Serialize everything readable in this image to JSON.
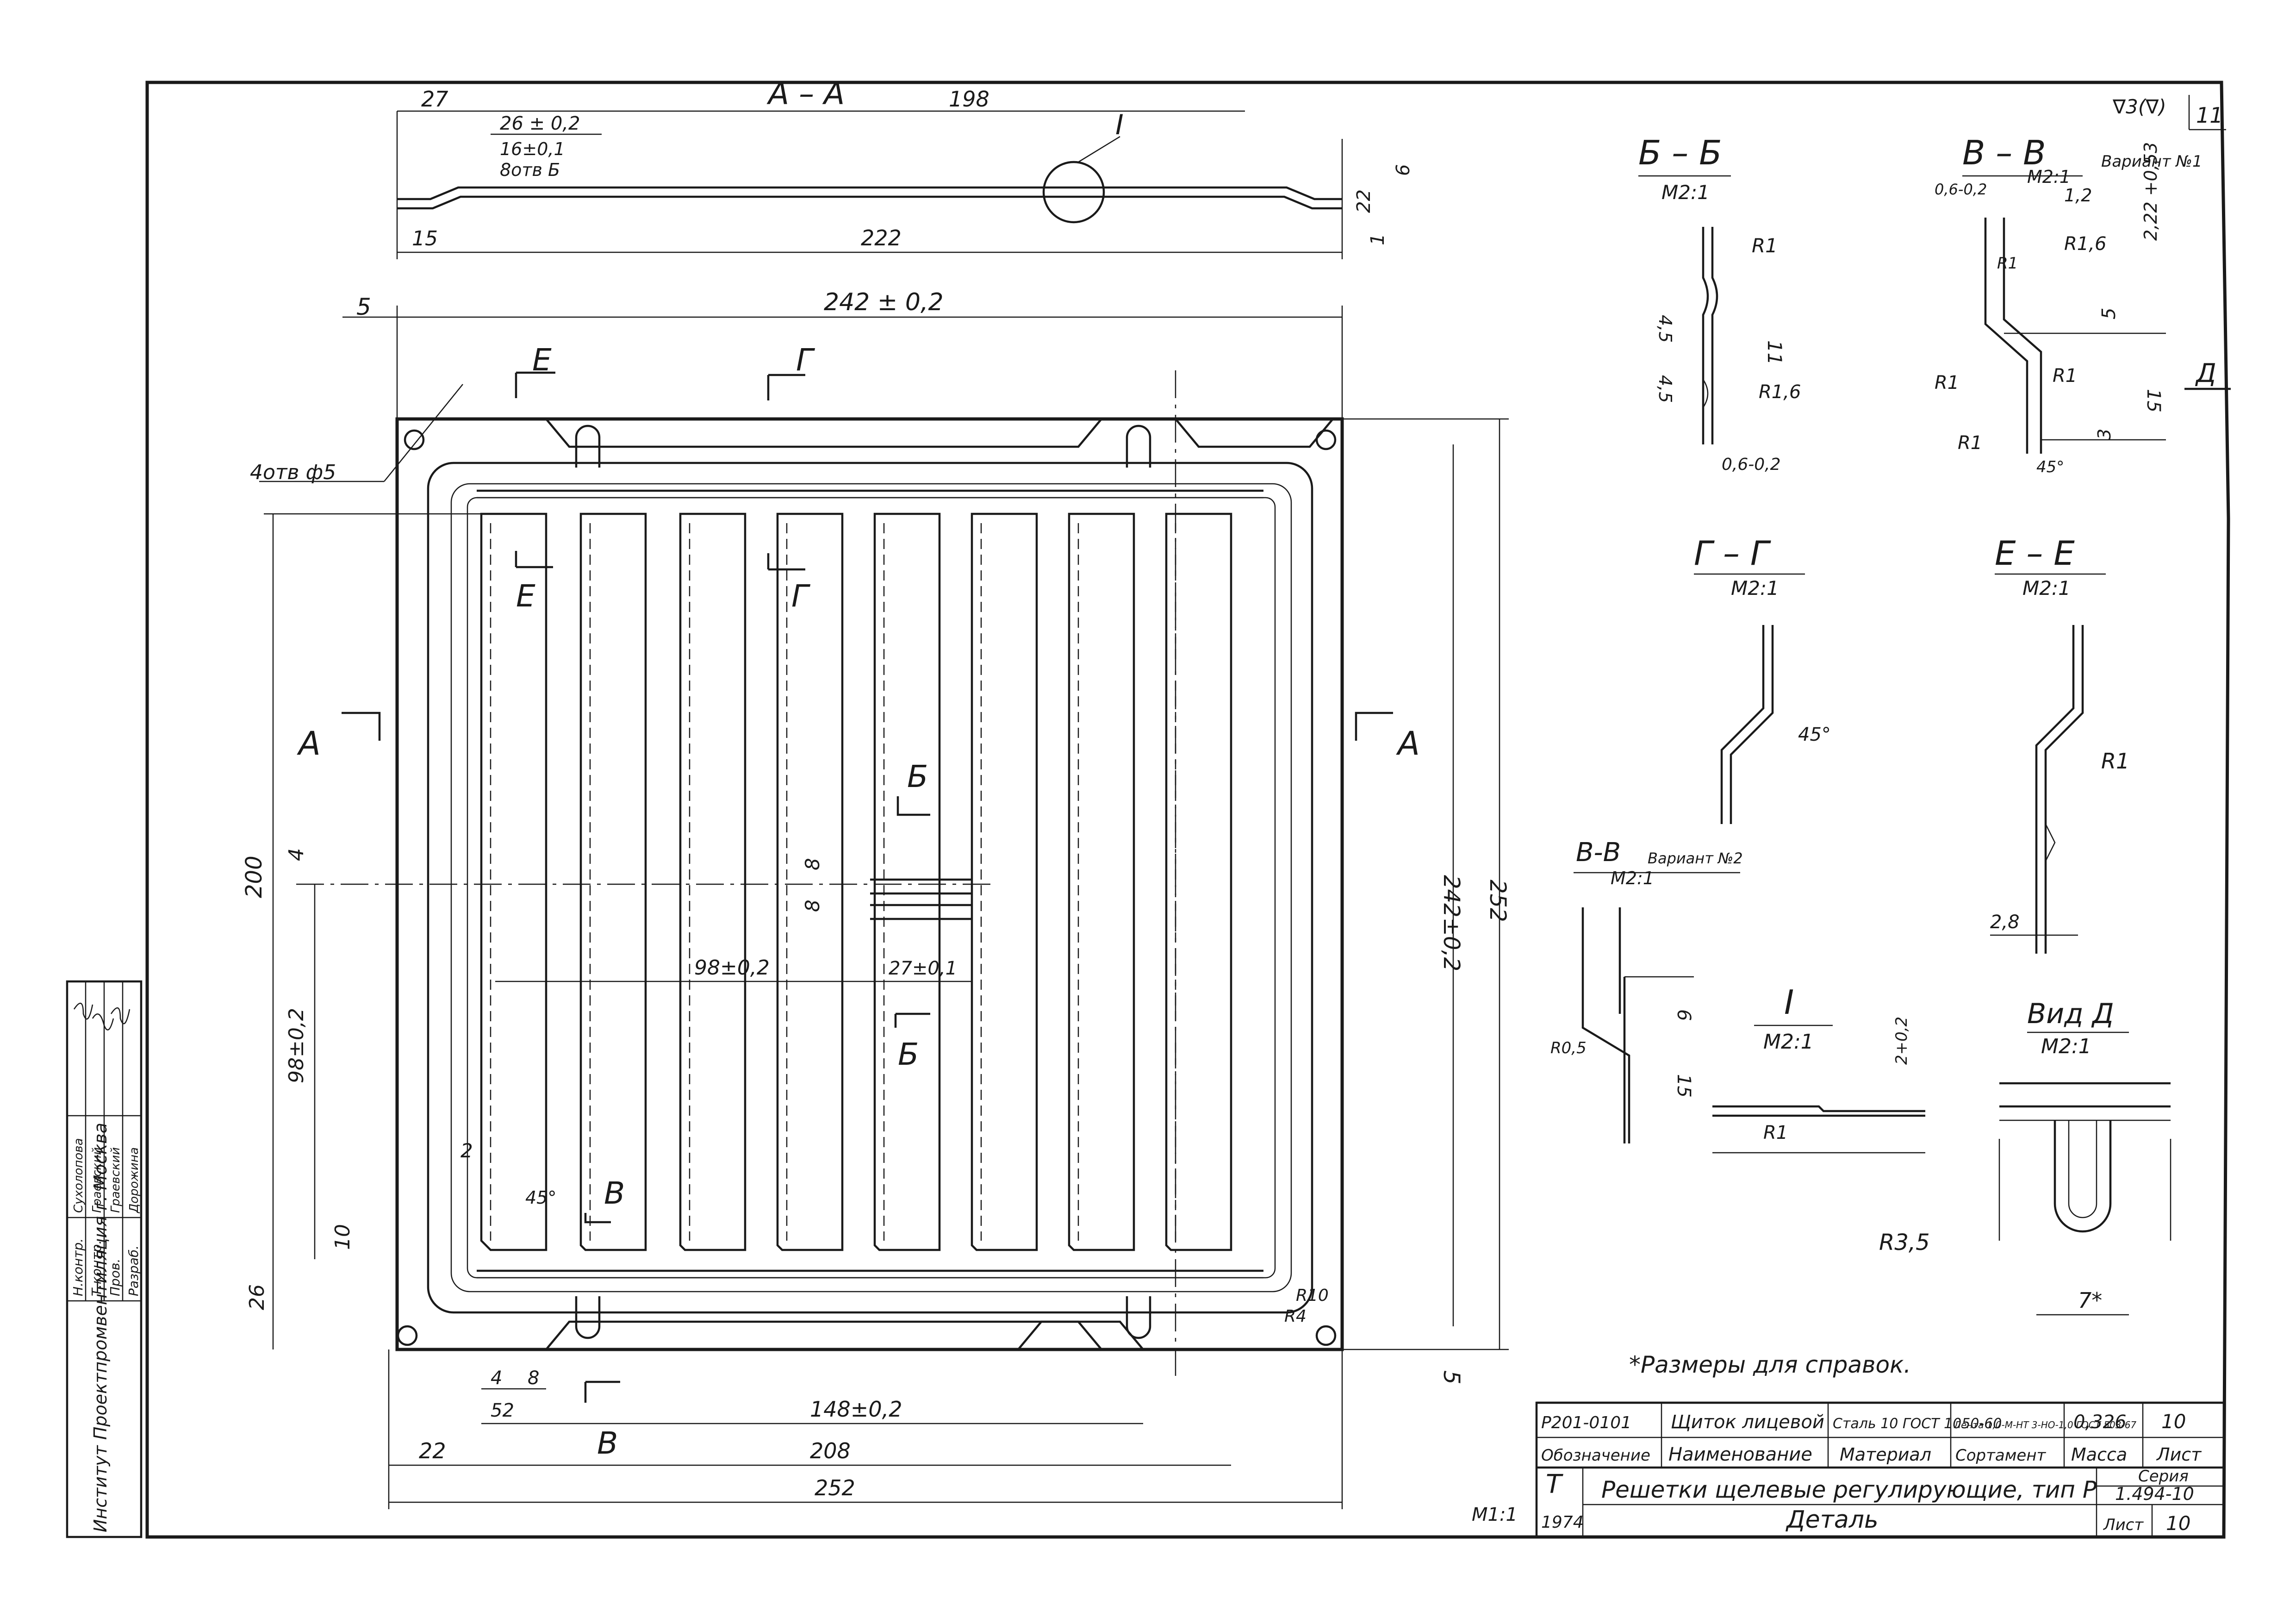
{
  "main_view": {
    "overall_width": "242 ± 0,2",
    "overall_height": "242±0,2",
    "outer_height": "252",
    "inner_height": "200",
    "dim_5_top": "5",
    "dim_5_bottom": "5",
    "dim_4": "4",
    "dim_98v": "98±0,2",
    "dim_10": "10",
    "dim_26": "26",
    "dim_2": "2",
    "dim_45": "45°",
    "dim_98h": "98±0,2",
    "dim_27h": "27±0,1",
    "dim_8a": "8",
    "dim_8b": "8",
    "holes": "4отв ф5",
    "r10": "R10",
    "r4": "R4",
    "bottom_4": "4",
    "bottom_8": "8",
    "bottom_52": "52",
    "bottom_148": "148±0,2",
    "bottom_22": "22",
    "bottom_208": "208",
    "bottom_252": "252",
    "cut_a_left": "A",
    "cut_a_right": "A",
    "cut_e": "E",
    "cut_e2": "E",
    "cut_g": "Г",
    "cut_g2": "Г",
    "cut_b": "Б",
    "cut_b2": "Б",
    "cut_v": "В",
    "cut_v2": "В"
  },
  "section_aa": {
    "title": "А – А",
    "d27": "27",
    "d198": "198",
    "d26": "26 ± 0,2",
    "d16": "16±0,1",
    "d8otv": "8отв Б",
    "d15": "15",
    "d222": "222",
    "d6": "6",
    "d22": "22",
    "d1": "1",
    "detail": "I"
  },
  "section_bb": {
    "title": "Б – Б",
    "scale": "М2:1",
    "r1": "R1",
    "d45a": "4,5",
    "d45b": "4,5",
    "d11": "11",
    "r16": "R1,6",
    "d06": "0,6-0,2"
  },
  "section_vv1": {
    "title": "В – В",
    "variant": "Вариант №1",
    "scale": "М2:1",
    "d06": "0,6-0,2",
    "d12": "1,2",
    "d222": "2,22 +0,53",
    "r16": "R1,6",
    "r1a": "R1",
    "d5": "5",
    "r1b": "R1",
    "r1c": "R1",
    "d15": "15",
    "r1d": "R1",
    "d3": "3",
    "d45": "45°",
    "view_d": "Д"
  },
  "section_gg": {
    "title": "Г – Г",
    "scale": "М2:1",
    "d45": "45°"
  },
  "section_ee": {
    "title": "Е – Е",
    "scale": "М2:1",
    "r1": "R1",
    "d28": "2,8"
  },
  "section_vv2": {
    "title": "В-В",
    "variant": "Вариант №2",
    "scale": "М2:1",
    "d6": "6",
    "d15": "15",
    "r05": "R0,5"
  },
  "detail_i": {
    "title": "I",
    "scale": "М2:1",
    "r1": "R1",
    "d2": "2+0,2"
  },
  "view_d": {
    "title": "Вид Д",
    "scale": "М2:1",
    "r35": "R3,5",
    "d7": "7*"
  },
  "surface_mark": "∇3(∇)",
  "sheet_ref": "11",
  "note": "*Размеры  для  справок.",
  "scale_mark": "М1:1",
  "title_block": {
    "code": "Р201-0101",
    "part_name": "Щиток лицевой",
    "material": "Сталь 10 ГОСТ 1050-60",
    "assortment": "Лента 1,0-М-НТ 3-НО-1,0 ГОСТ 503-67",
    "mass": "0,326",
    "sheet_no": "10",
    "h_designation": "Обозначение",
    "h_name": "Наименование",
    "h_material": "Материал",
    "h_assortment": "Сортамент",
    "h_mass": "Масса",
    "h_sheet": "Лист",
    "series_label": "Серия",
    "series": "1.494-10",
    "title": "Решетки щелевые регулирующие, тип Р",
    "subtitle": "Деталь",
    "sheet_label": "Лист",
    "sheet": "10",
    "year": "1974",
    "letter": "Т"
  },
  "side_block": {
    "institute": "Институт Проектпромвентиляция г. Москва",
    "roles": [
      "Н.контр.",
      "Т.контр.",
      "Пров.",
      "Разраб."
    ],
    "names": [
      "Сухолопова",
      "Граевский",
      "Граевский",
      "Дорожина"
    ]
  }
}
